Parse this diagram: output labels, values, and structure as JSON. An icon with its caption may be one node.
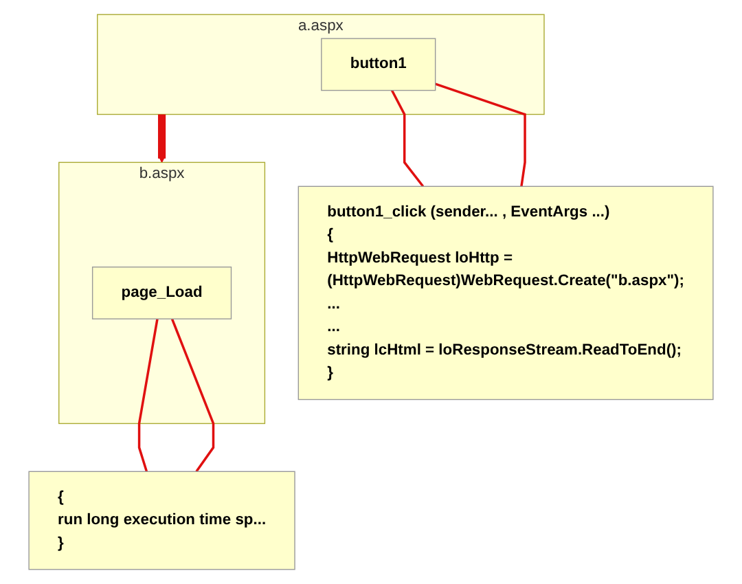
{
  "diagram": {
    "nodes": [
      {
        "text": [
          "a.aspx"
        ]
      },
      {
        "text": [
          "button1"
        ],
        "in": 0
      },
      {
        "text": [
          "button1_click (sender... , EventArgs ...)",
          "{",
          "HttpWebRequest loHttp =",
          "(HttpWebRequest)WebRequest.Create(\"b.aspx\");",
          "...",
          "...",
          "string lcHtml = loResponseStream.ReadToEnd();",
          "}"
        ]
      },
      {
        "text": [
          "b.aspx"
        ]
      },
      {
        "text": [
          "page_Load"
        ],
        "in": 3
      },
      {
        "text": [
          "{",
          "run long execution time sp...",
          "}"
        ]
      }
    ],
    "edges": [
      {
        "from": 0,
        "to": 3,
        "arrow": "to",
        "style": "thick"
      },
      {
        "from": 1,
        "to": 2,
        "arrow": "none"
      },
      {
        "from": 1,
        "to": 2,
        "arrow": "none"
      },
      {
        "from": 4,
        "to": 5,
        "arrow": "none"
      },
      {
        "from": 4,
        "to": 5,
        "arrow": "none"
      }
    ]
  }
}
